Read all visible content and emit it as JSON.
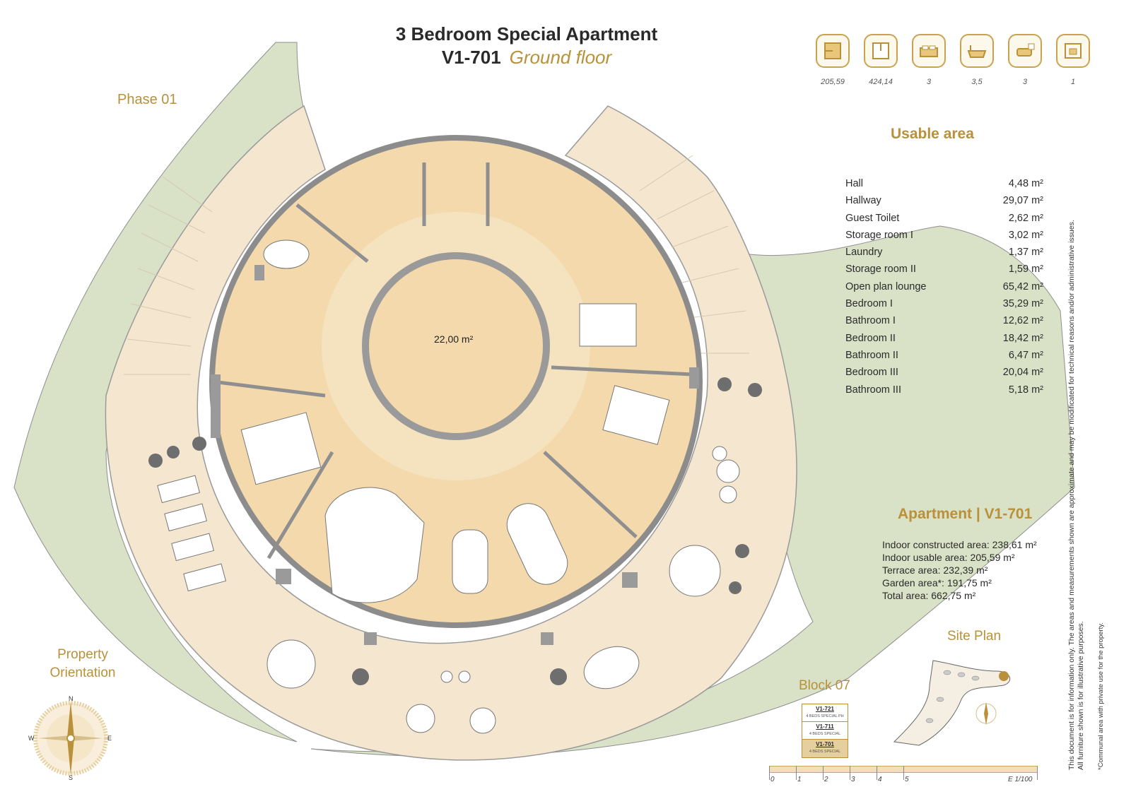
{
  "title": {
    "line1": "3 Bedroom Special Apartment",
    "code": "V1-701",
    "floor": "Ground floor"
  },
  "phase_label": "Phase 01",
  "icons": [
    {
      "name": "usable-area-icon",
      "value": "205,59"
    },
    {
      "name": "total-area-icon",
      "value": "424,14"
    },
    {
      "name": "bedroom-icon",
      "value": "3"
    },
    {
      "name": "bathroom-icon",
      "value": "3,5"
    },
    {
      "name": "parking-icon",
      "value": "3"
    },
    {
      "name": "storage-icon",
      "value": "1"
    }
  ],
  "usable_area": {
    "title": "Usable area",
    "rows": [
      {
        "label": "Hall",
        "value": "4,48 m²"
      },
      {
        "label": "Hallway",
        "value": "29,07 m²"
      },
      {
        "label": "Guest Toilet",
        "value": "2,62 m²"
      },
      {
        "label": "Storage room I",
        "value": "3,02 m²"
      },
      {
        "label": "Laundry",
        "value": "1,37 m²"
      },
      {
        "label": "Storage room II",
        "value": "1,59 m²"
      },
      {
        "label": "Open plan lounge",
        "value": "65,42 m²"
      },
      {
        "label": "Bedroom I",
        "value": "35,29 m²"
      },
      {
        "label": "Bathroom I",
        "value": "12,62 m²"
      },
      {
        "label": "Bedroom II",
        "value": "18,42 m²"
      },
      {
        "label": "Bathroom II",
        "value": "6,47 m²"
      },
      {
        "label": "Bedroom III",
        "value": "20,04 m²"
      },
      {
        "label": "Bathroom III",
        "value": "5,18 m²"
      }
    ]
  },
  "center_area": "22,00 m²",
  "apartment": {
    "title": "Apartment | V1-701",
    "lines": [
      "Indoor constructed area: 238,61  m²",
      "Indoor usable area: 205,59 m²",
      "Terrace area: 232,39 m²",
      "Garden area*: 191,75 m²",
      "Total area: 662,75 m²"
    ]
  },
  "disclaimer": {
    "line1": "This document is for information only. The areas and measurements shown are approximate and may be modificated for technical reasons and/or administrative issues.",
    "line2": "All furniture shown is for illustrative purposes.",
    "note": "*Communal area with private use for the property."
  },
  "site_plan_title": "Site Plan",
  "block": {
    "title": "Block 07",
    "rows": [
      {
        "code": "V1-721",
        "desc": "4 BEDS SPECIAL PH"
      },
      {
        "code": "V1-711",
        "desc": "4 BEDS SPECIAL"
      },
      {
        "code": "V1-701",
        "desc": "4 BEDS SPECIAL"
      }
    ]
  },
  "scale": {
    "ticks": [
      "0",
      "1",
      "2",
      "3",
      "4",
      "5"
    ],
    "ratio": "E 1/100"
  },
  "orientation": {
    "title_line1": "Property",
    "title_line2": "Orientation",
    "n": "N",
    "s": "S",
    "e": "E",
    "w": "W"
  },
  "colors": {
    "accent": "#b8913a",
    "interior": "#f3d9ab",
    "terrace": "#f4e6cf",
    "garden": "#d9e1c6",
    "wall": "#9a9a9a"
  }
}
